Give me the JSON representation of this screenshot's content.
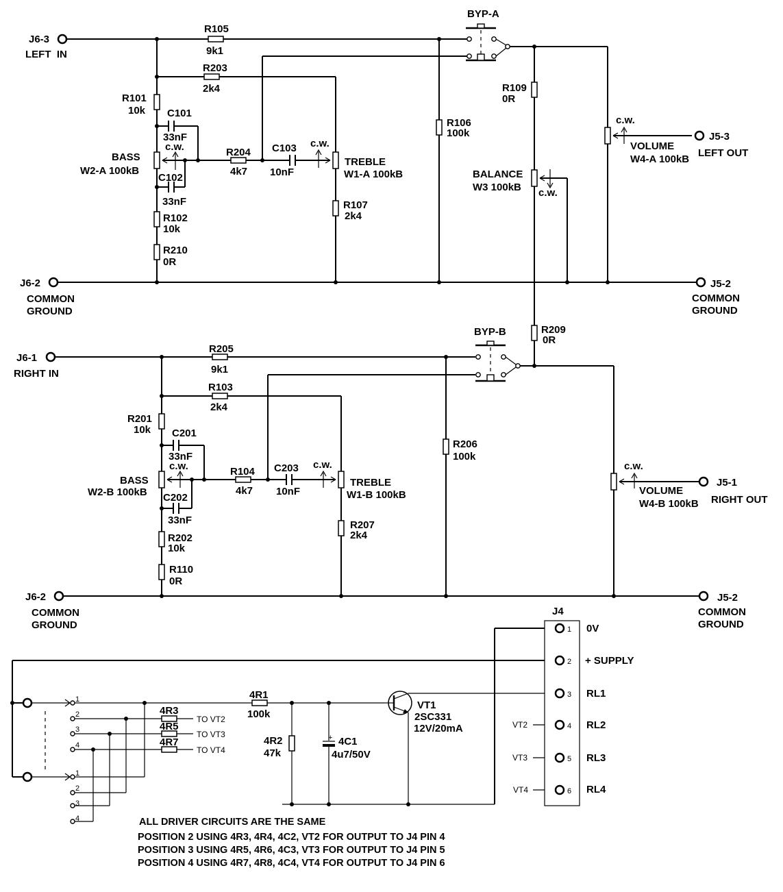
{
  "connectors": {
    "j6_3": {
      "ref": "J6-3",
      "name": "LEFT  IN"
    },
    "j6_2_top": {
      "ref": "J6-2",
      "line1": "COMMON",
      "line2": "GROUND"
    },
    "j5_3": {
      "ref": "J5-3",
      "name": "LEFT OUT"
    },
    "j5_2_top": {
      "ref": "J5-2",
      "line1": "COMMON",
      "line2": "GROUND"
    },
    "j6_1": {
      "ref": "J6-1",
      "name": "RIGHT IN"
    },
    "j6_2_bot": {
      "ref": "J6-2",
      "line1": "COMMON",
      "line2": "GROUND"
    },
    "j5_1": {
      "ref": "J5-1",
      "name": "RIGHT OUT"
    },
    "j5_2_bot": {
      "ref": "J5-2",
      "line1": "COMMON",
      "line2": "GROUND"
    }
  },
  "components": {
    "r105": {
      "ref": "R105",
      "value": "9k1"
    },
    "r203": {
      "ref": "R203",
      "value": "2k4"
    },
    "r101": {
      "ref": "R101",
      "value": "10k"
    },
    "c101": {
      "ref": "C101",
      "value": "33nF"
    },
    "bass_a": {
      "ref": "BASS",
      "value": "W2-A 100kB"
    },
    "c102": {
      "ref": "C102",
      "value": "33nF"
    },
    "r102": {
      "ref": "R102",
      "value": "10k"
    },
    "r210": {
      "ref": "R210",
      "value": "0R"
    },
    "r204": {
      "ref": "R204",
      "value": "4k7"
    },
    "c103": {
      "ref": "C103",
      "value": "10nF"
    },
    "treble_a": {
      "ref": "TREBLE",
      "value": "W1-A 100kB"
    },
    "r107": {
      "ref": "R107",
      "value": "2k4"
    },
    "r106": {
      "ref": "R106",
      "value": "100k"
    },
    "byp_a": {
      "ref": "BYP-A"
    },
    "r109": {
      "ref": "R109",
      "value": "0R"
    },
    "balance": {
      "ref": "BALANCE",
      "value": "W3 100kB"
    },
    "volume_a": {
      "ref": "VOLUME",
      "value": "W4-A 100kB"
    },
    "r209": {
      "ref": "R209",
      "value": "0R"
    },
    "byp_b": {
      "ref": "BYP-B"
    },
    "r205": {
      "ref": "R205",
      "value": "9k1"
    },
    "r103": {
      "ref": "R103",
      "value": "2k4"
    },
    "r201": {
      "ref": "R201",
      "value": "10k"
    },
    "c201": {
      "ref": "C201",
      "value": "33nF"
    },
    "bass_b": {
      "ref": "BASS",
      "value": "W2-B 100kB"
    },
    "c202": {
      "ref": "C202",
      "value": "33nF"
    },
    "r202": {
      "ref": "R202",
      "value": "10k"
    },
    "r110": {
      "ref": "R110",
      "value": "0R"
    },
    "r104": {
      "ref": "R104",
      "value": "4k7"
    },
    "c203": {
      "ref": "C203",
      "value": "10nF"
    },
    "treble_b": {
      "ref": "TREBLE",
      "value": "W1-B 100kB"
    },
    "r207": {
      "ref": "R207",
      "value": "2k4"
    },
    "r206": {
      "ref": "R206",
      "value": "100k"
    },
    "volume_b": {
      "ref": "VOLUME",
      "value": "W4-B 100kB"
    },
    "r4r1": {
      "ref": "4R1",
      "value": "100k"
    },
    "r4r2": {
      "ref": "4R2",
      "value": "47k"
    },
    "c4c1": {
      "ref": "4C1",
      "value": "4u7/50V"
    },
    "vt1": {
      "ref": "VT1",
      "part": "2SC331",
      "rating": "12V/20mA"
    },
    "r4r3": {
      "ref": "4R3",
      "to": "TO VT2"
    },
    "r4r5": {
      "ref": "4R5",
      "to": "TO VT3"
    },
    "r4r7": {
      "ref": "4R7",
      "to": "TO VT4"
    }
  },
  "cw_label": "c.w.",
  "cap_plus": "+",
  "switch_positions": [
    "1",
    "2",
    "3",
    "4"
  ],
  "j4": {
    "ref": "J4",
    "pins": [
      {
        "num": "1",
        "label": "0V",
        "left": ""
      },
      {
        "num": "2",
        "label": "+ SUPPLY",
        "left": ""
      },
      {
        "num": "3",
        "label": "RL1",
        "left": ""
      },
      {
        "num": "4",
        "label": "RL2",
        "left": "VT2"
      },
      {
        "num": "5",
        "label": "RL3",
        "left": "VT3"
      },
      {
        "num": "6",
        "label": "RL4",
        "left": "VT4"
      }
    ]
  },
  "notes": [
    "ALL DRIVER CIRCUITS ARE THE SAME",
    "POSITION 2 USING 4R3, 4R4, 4C2, VT2 FOR OUTPUT TO J4 PIN 4",
    "POSITION 3 USING 4R5, 4R6, 4C3, VT3 FOR OUTPUT TO J4 PIN 5",
    "POSITION 4 USING 4R7, 4R8, 4C4, VT4 FOR OUTPUT TO J4 PIN 6"
  ]
}
